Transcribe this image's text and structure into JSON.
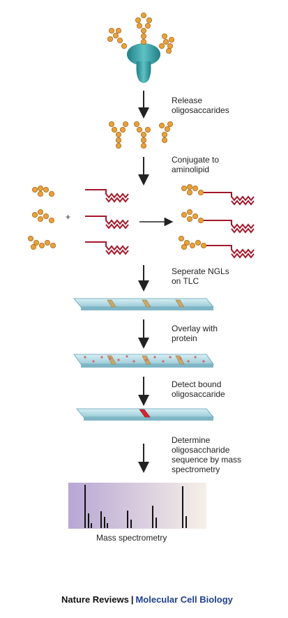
{
  "steps": [
    {
      "label": "Release\noligosaccarides"
    },
    {
      "label": "Conjugate to\naminolipid"
    },
    {
      "label": "Seperate NGLs\non TLC"
    },
    {
      "label": "Overlay with\nprotein"
    },
    {
      "label": "Detect bound\noligosaccaride"
    },
    {
      "label": "Determine\noligosaccharide\nsequence by mass\nspectrometry"
    }
  ],
  "plus_sign": "+",
  "mass_spec_caption": "Mass spectrometry",
  "footer": {
    "publisher": "Nature Reviews",
    "separator": "|",
    "journal": "Molecular Cell Biology"
  },
  "colors": {
    "bead": "#e8a23a",
    "bead_outline": "#a8661a",
    "glycoprotein": "#3aa3a8",
    "lipid": "#a3182a",
    "tlc_plate": "#bfe0ea",
    "band": "#c9a86a",
    "bound_band": "#d8242e",
    "spectrum_bg": "#c6b6dd"
  }
}
